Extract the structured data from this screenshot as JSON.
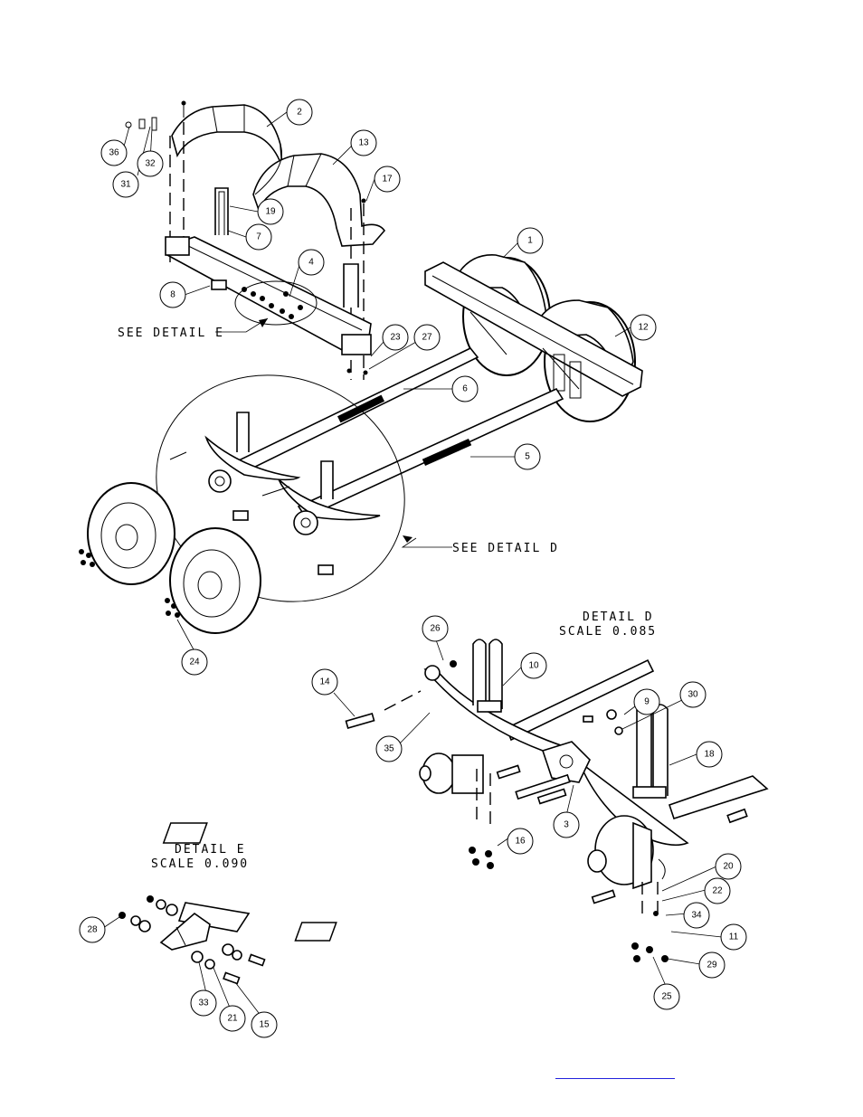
{
  "labels": {
    "see_detail_e": "SEE DETAIL  E",
    "see_detail_d": "SEE DETAIL  D",
    "detail_d_title": "DETAIL  D",
    "detail_d_scale": "SCALE  0.085",
    "detail_e_title": "DETAIL  E",
    "detail_e_scale": "SCALE  0.090"
  },
  "balloons": [
    "1",
    "2",
    "3",
    "4",
    "5",
    "6",
    "7",
    "8",
    "9",
    "10",
    "11",
    "12",
    "13",
    "14",
    "15",
    "16",
    "17",
    "18",
    "19",
    "20",
    "21",
    "22",
    "23",
    "24",
    "25",
    "26",
    "27",
    "28",
    "29",
    "30",
    "31",
    "32",
    "33",
    "34",
    "35",
    "36"
  ],
  "colors": {
    "line": "#000000",
    "link": "#2222dd"
  },
  "link": {
    "text": ""
  }
}
